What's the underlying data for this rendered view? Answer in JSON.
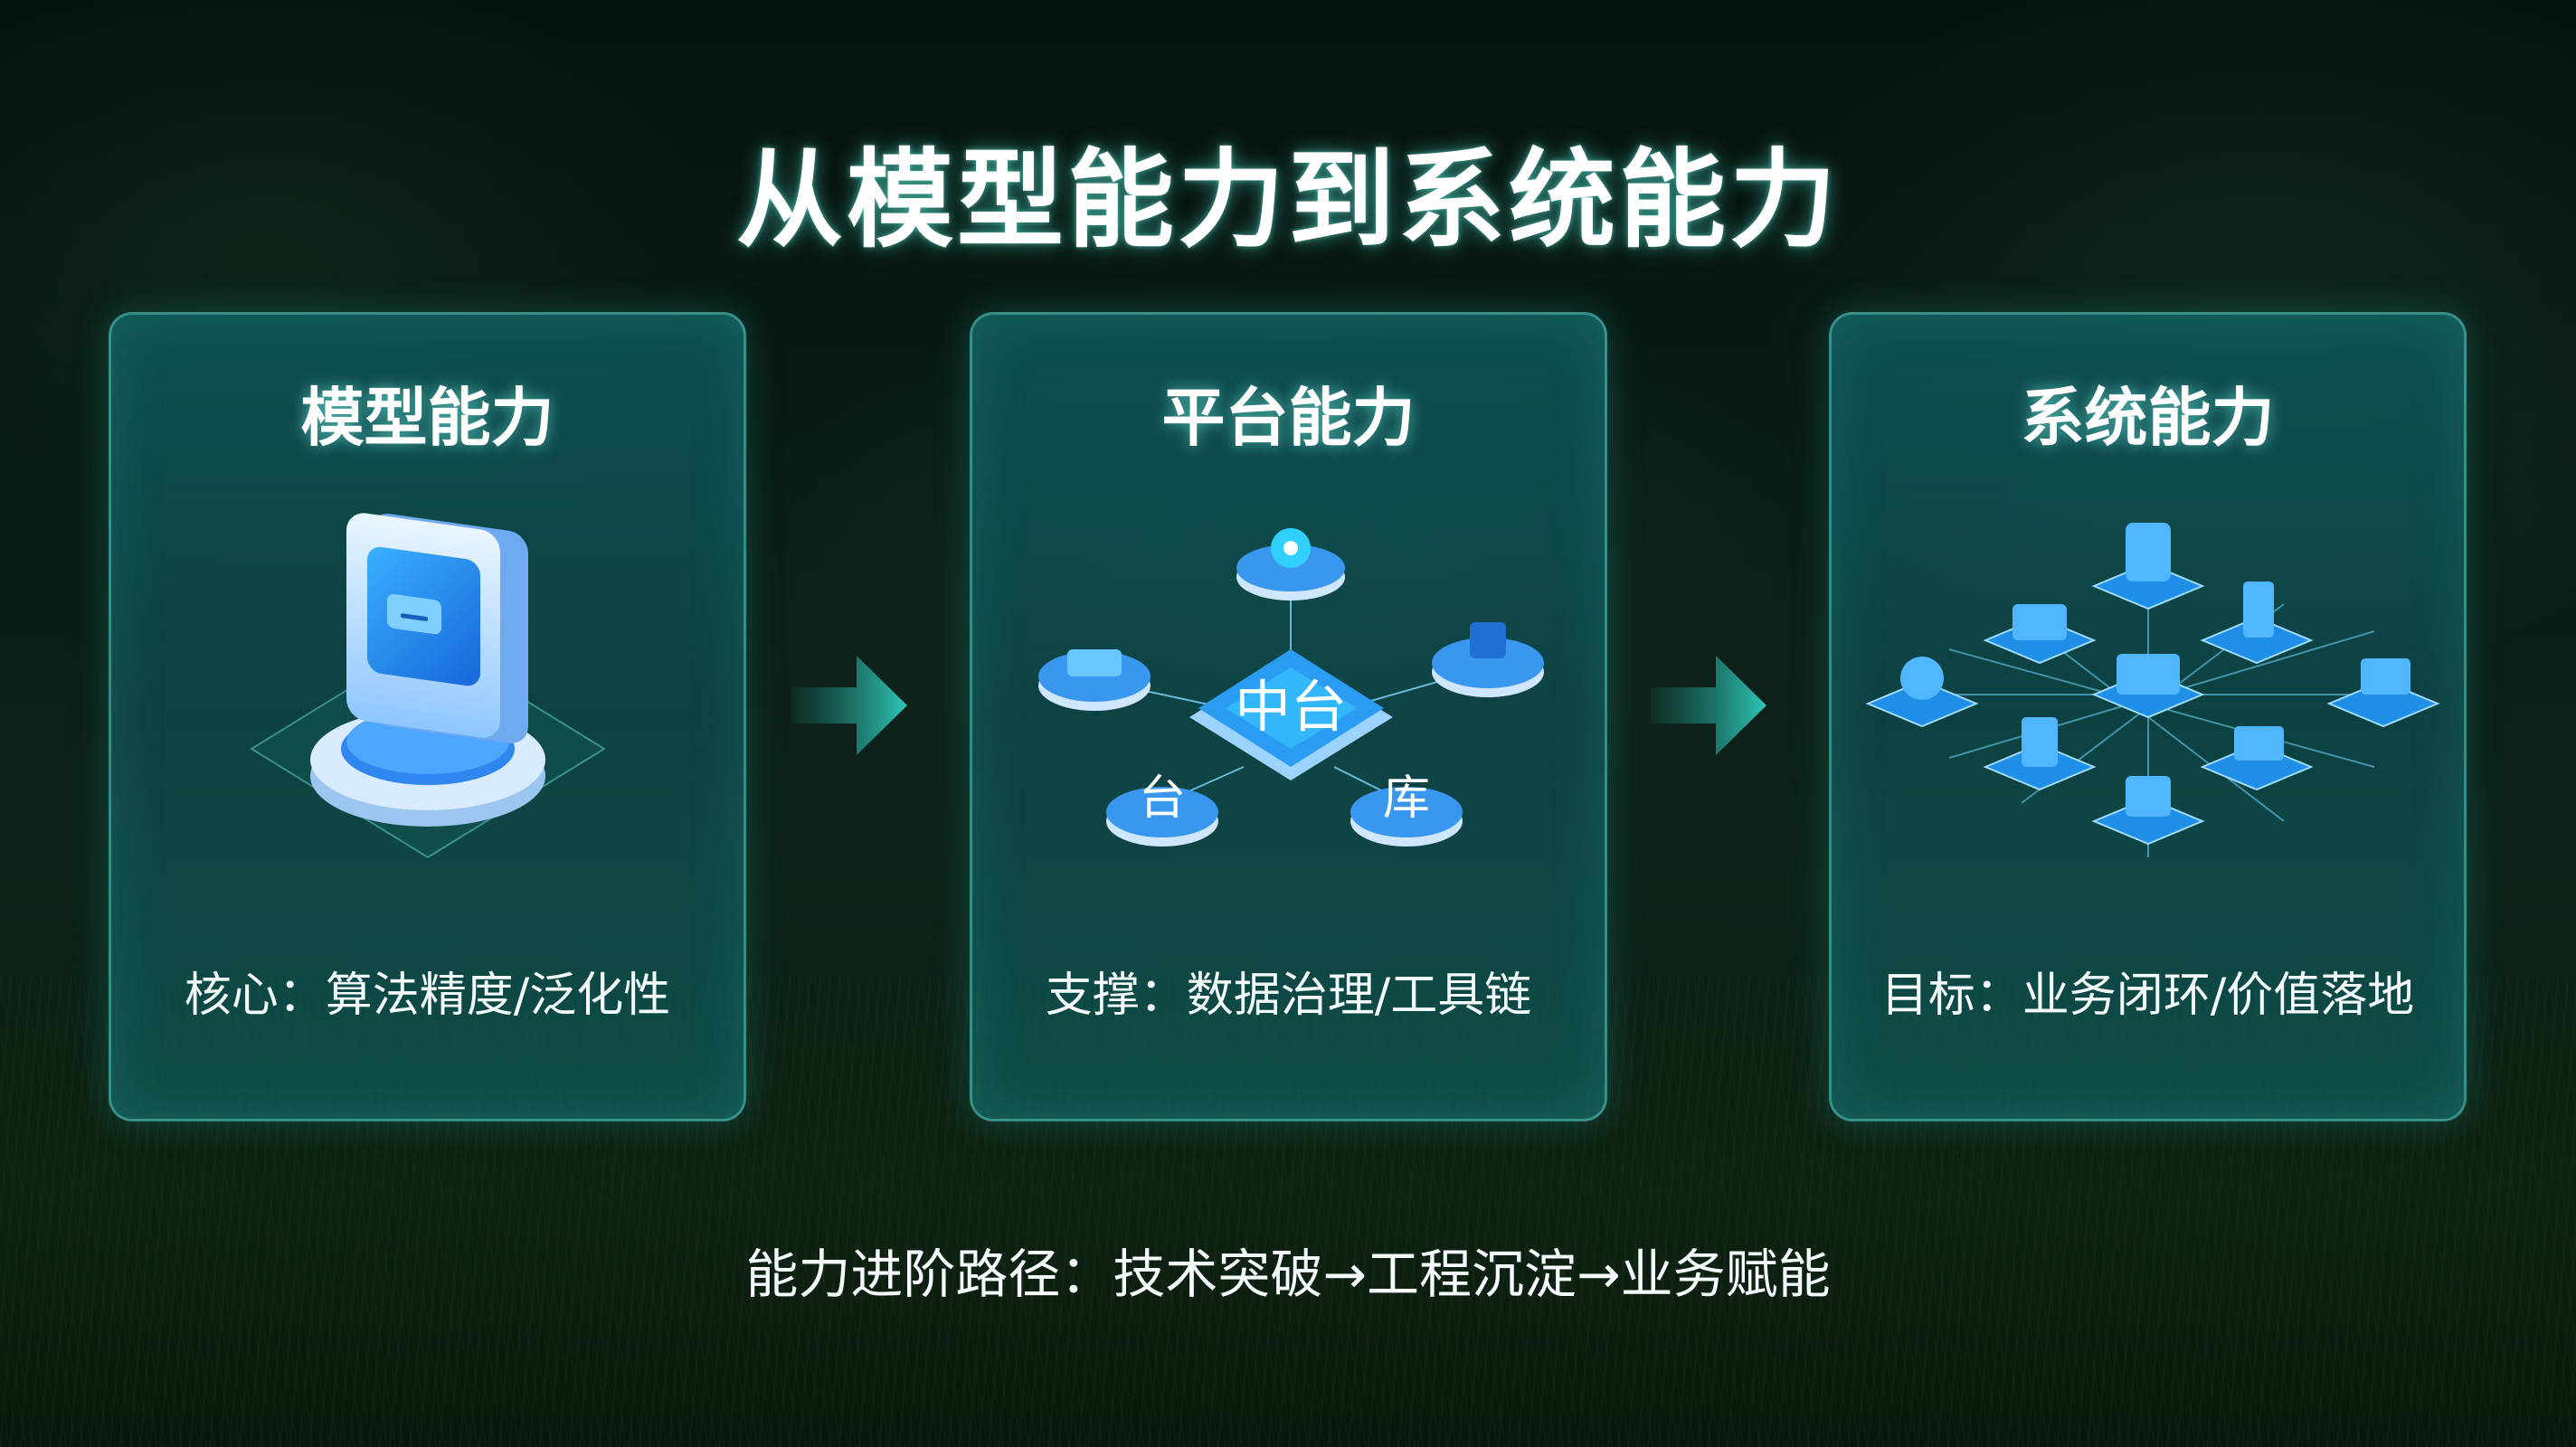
{
  "title": "从模型能力到系统能力",
  "cards": [
    {
      "title": "模型能力",
      "subtitle": "核心：算法精度/泛化性",
      "icon": "model-window-icon"
    },
    {
      "title": "平台能力",
      "subtitle": "支撑：数据治理/工具链",
      "icon": "platform-hub-icon",
      "hub_label": "中台",
      "node_labels": [
        "台",
        "库"
      ]
    },
    {
      "title": "系统能力",
      "subtitle": "目标：业务闭环/价值落地",
      "icon": "system-network-icon"
    }
  ],
  "footer": "能力进阶路径：技术突破→工程沉淀→业务赋能",
  "colors": {
    "accent": "#3fd6c8",
    "icon_blue": "#2f8df2",
    "card_bg": "#0f5c60"
  }
}
